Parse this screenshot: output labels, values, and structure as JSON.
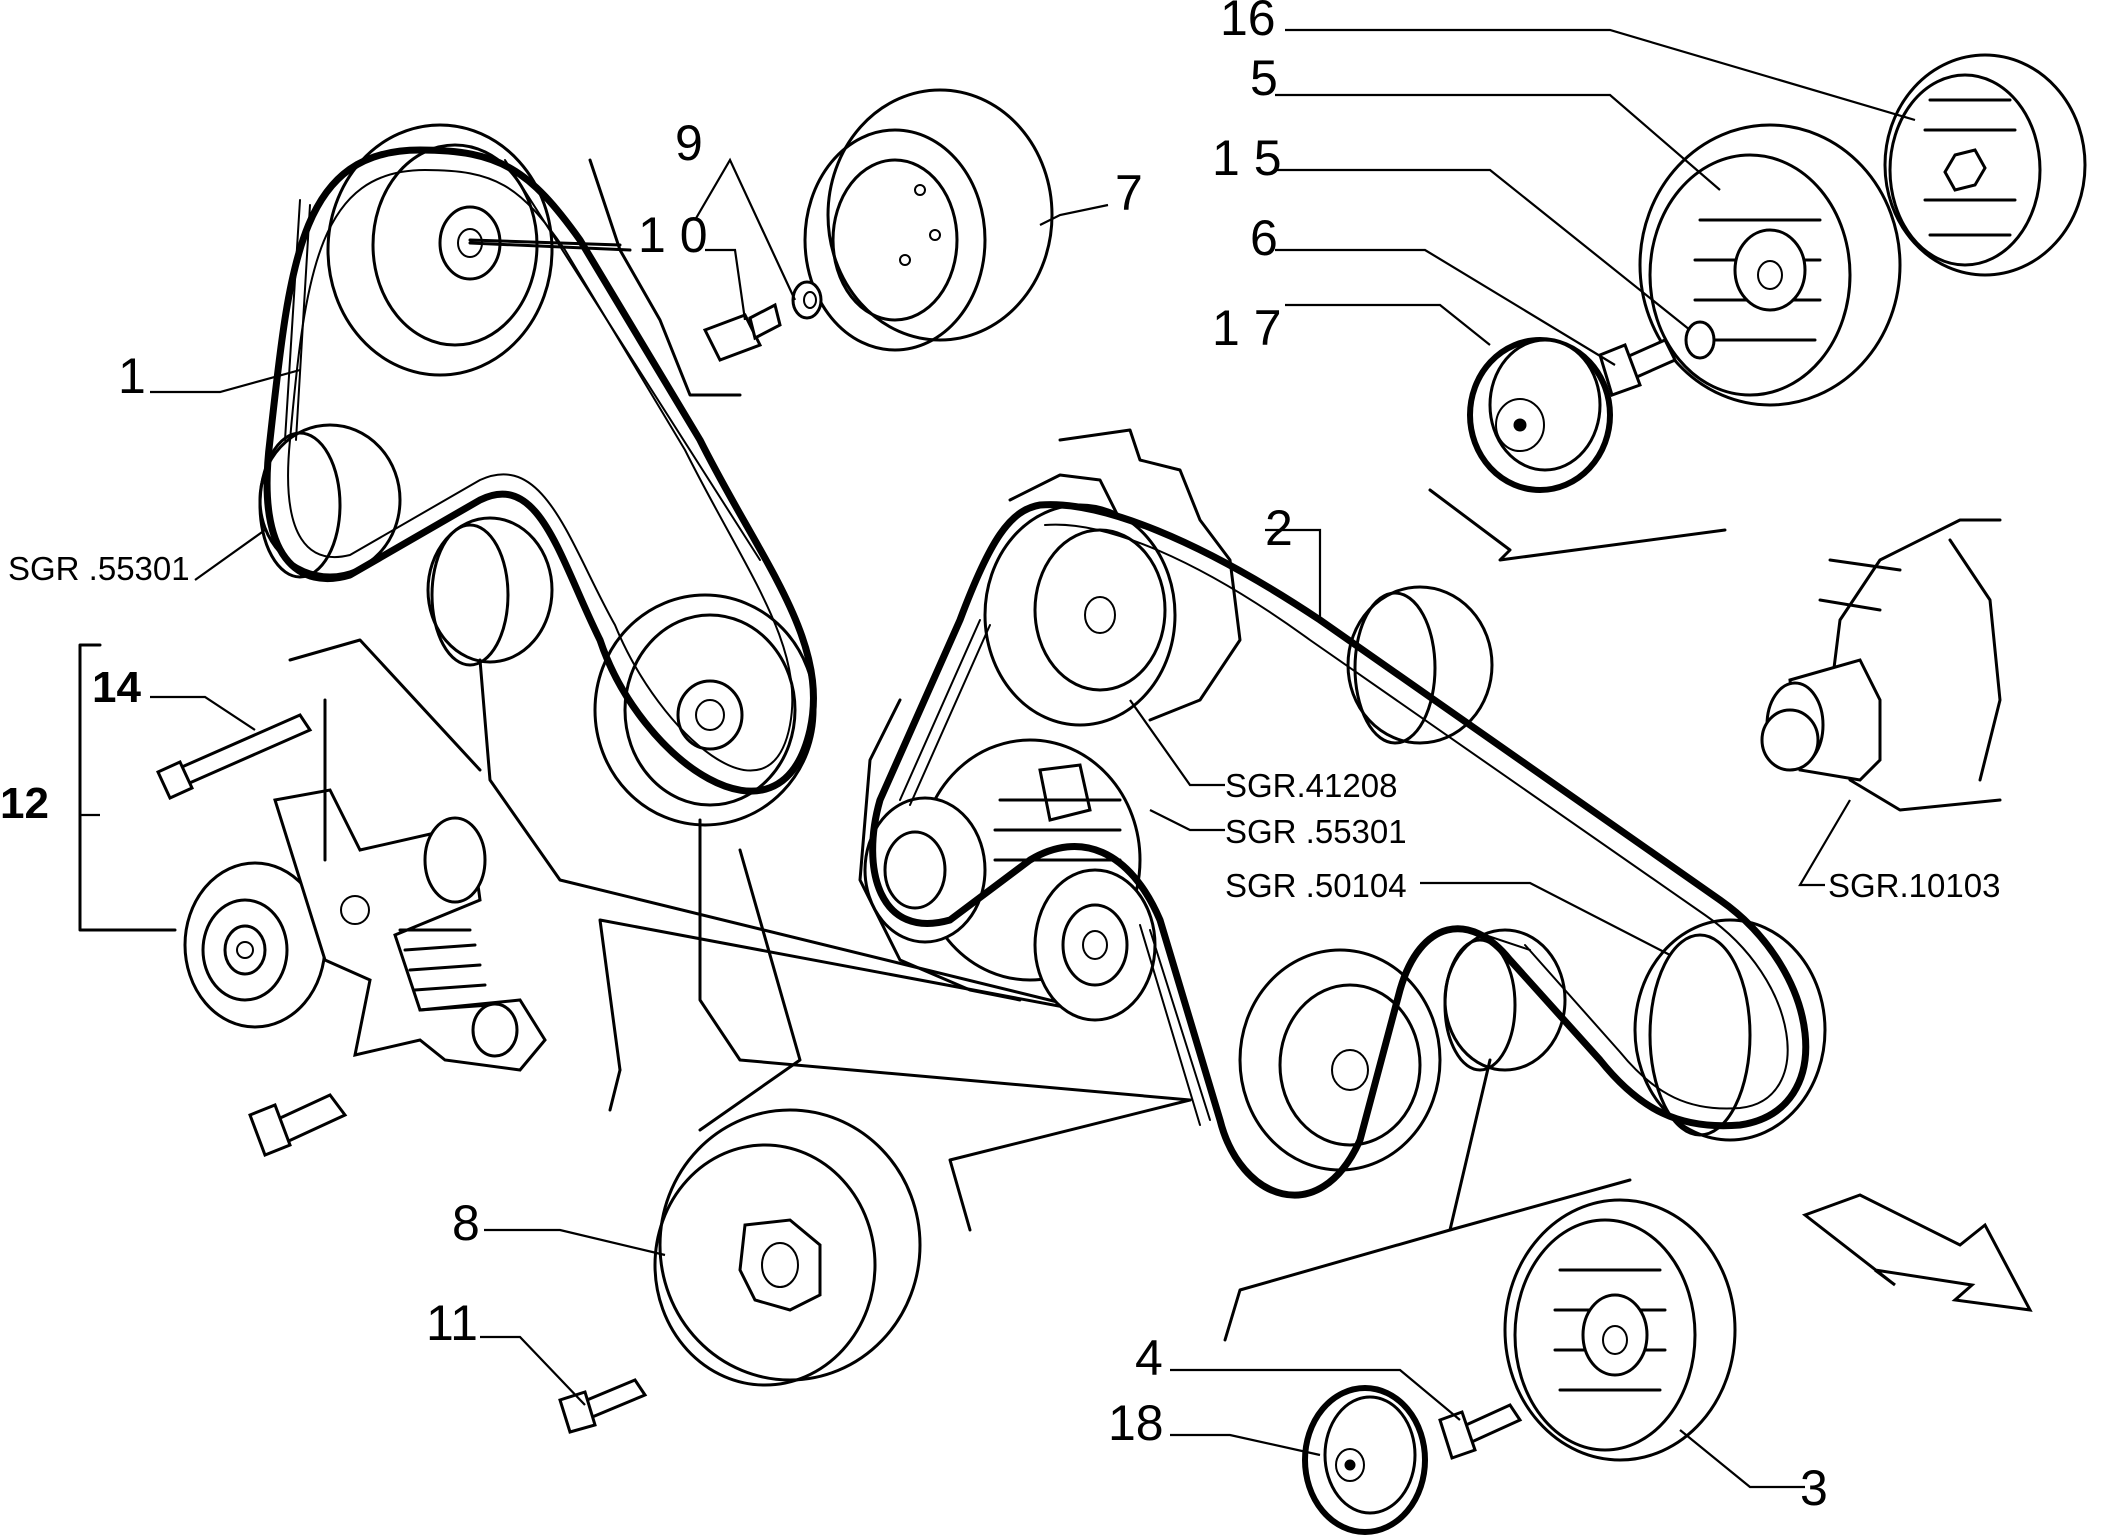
{
  "labels": {
    "p1": "1",
    "p2": "2",
    "p3": "3",
    "p4": "4",
    "p5": "5",
    "p6": "6",
    "p7": "7",
    "p8": "8",
    "p9": "9",
    "p10": "1 0",
    "p11": "11",
    "p12": "12",
    "p14": "14",
    "p15": "1 5",
    "p16": "16",
    "p17": "1 7",
    "p18": "18"
  },
  "references": {
    "sgr_55301_left": "SGR .55301",
    "sgr_41208": "SGR.41208",
    "sgr_55301_right": "SGR .55301",
    "sgr_50104": "SGR .50104",
    "sgr_10103": "SGR.10103"
  }
}
